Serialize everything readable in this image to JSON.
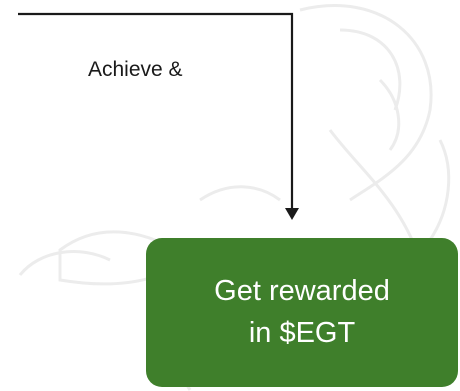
{
  "edge": {
    "label": "Achieve &"
  },
  "reward_box": {
    "text": "Get rewarded in $EGT",
    "fill_color": "#3f7f2b",
    "text_color": "#ffffff"
  },
  "connector": {
    "color": "#1a1a1a"
  },
  "watermark": {
    "icon": "faint-mascot-watermark"
  }
}
